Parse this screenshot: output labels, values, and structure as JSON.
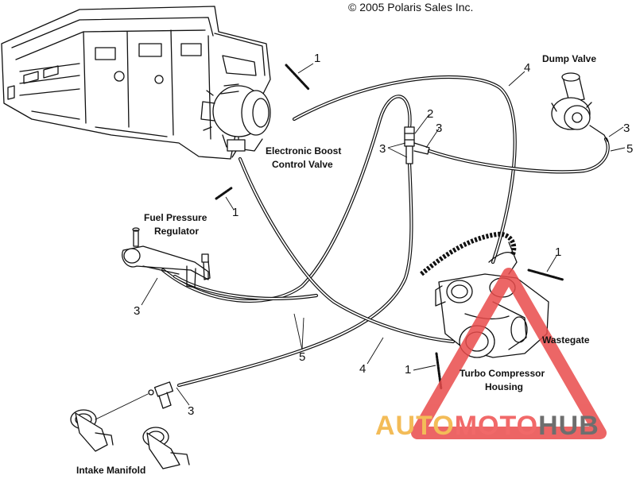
{
  "copyright": "© 2005 Polaris Sales Inc.",
  "labels": {
    "dump_valve": "Dump Valve",
    "ebcv_line1": "Electronic Boost",
    "ebcv_line2": "Control Valve",
    "fpr_line1": "Fuel Pressure",
    "fpr_line2": "Regulator",
    "wastegate": "Wastegate",
    "turbo_line1": "Turbo Compressor",
    "turbo_line2": "Housing",
    "intake": "Intake Manifold"
  },
  "callouts": {
    "c1a": "1",
    "c1b": "1",
    "c1c": "1",
    "c1d": "1",
    "c2": "2",
    "c3a": "3",
    "c3b": "3",
    "c3c": "3",
    "c3d": "3",
    "c3e": "3",
    "c4a": "4",
    "c4b": "4",
    "c5a": "5",
    "c5b": "5"
  },
  "watermark": {
    "part1": "AUTO",
    "part2": "MOTO",
    "part3": "HUB",
    "color1": "#f2b13c",
    "color2": "#ef4f4f",
    "color3": "#555555",
    "triangle_color": "#e94b4b"
  }
}
